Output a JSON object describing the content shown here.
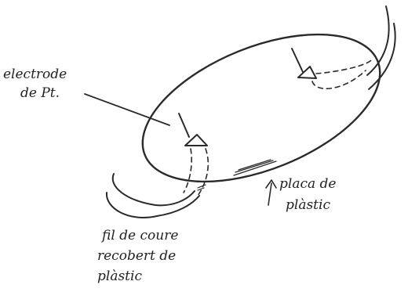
{
  "labels": {
    "electrode_line1": "electrode",
    "electrode_line2": "de Pt.",
    "plate_line1": "placa de",
    "plate_line2": "plàstic",
    "wire_line1": "fil de coure",
    "wire_line2": "recobert de",
    "wire_line3": "plàstic"
  },
  "colors": {
    "ink": "#2a2a2a",
    "paper": "#ffffff"
  }
}
